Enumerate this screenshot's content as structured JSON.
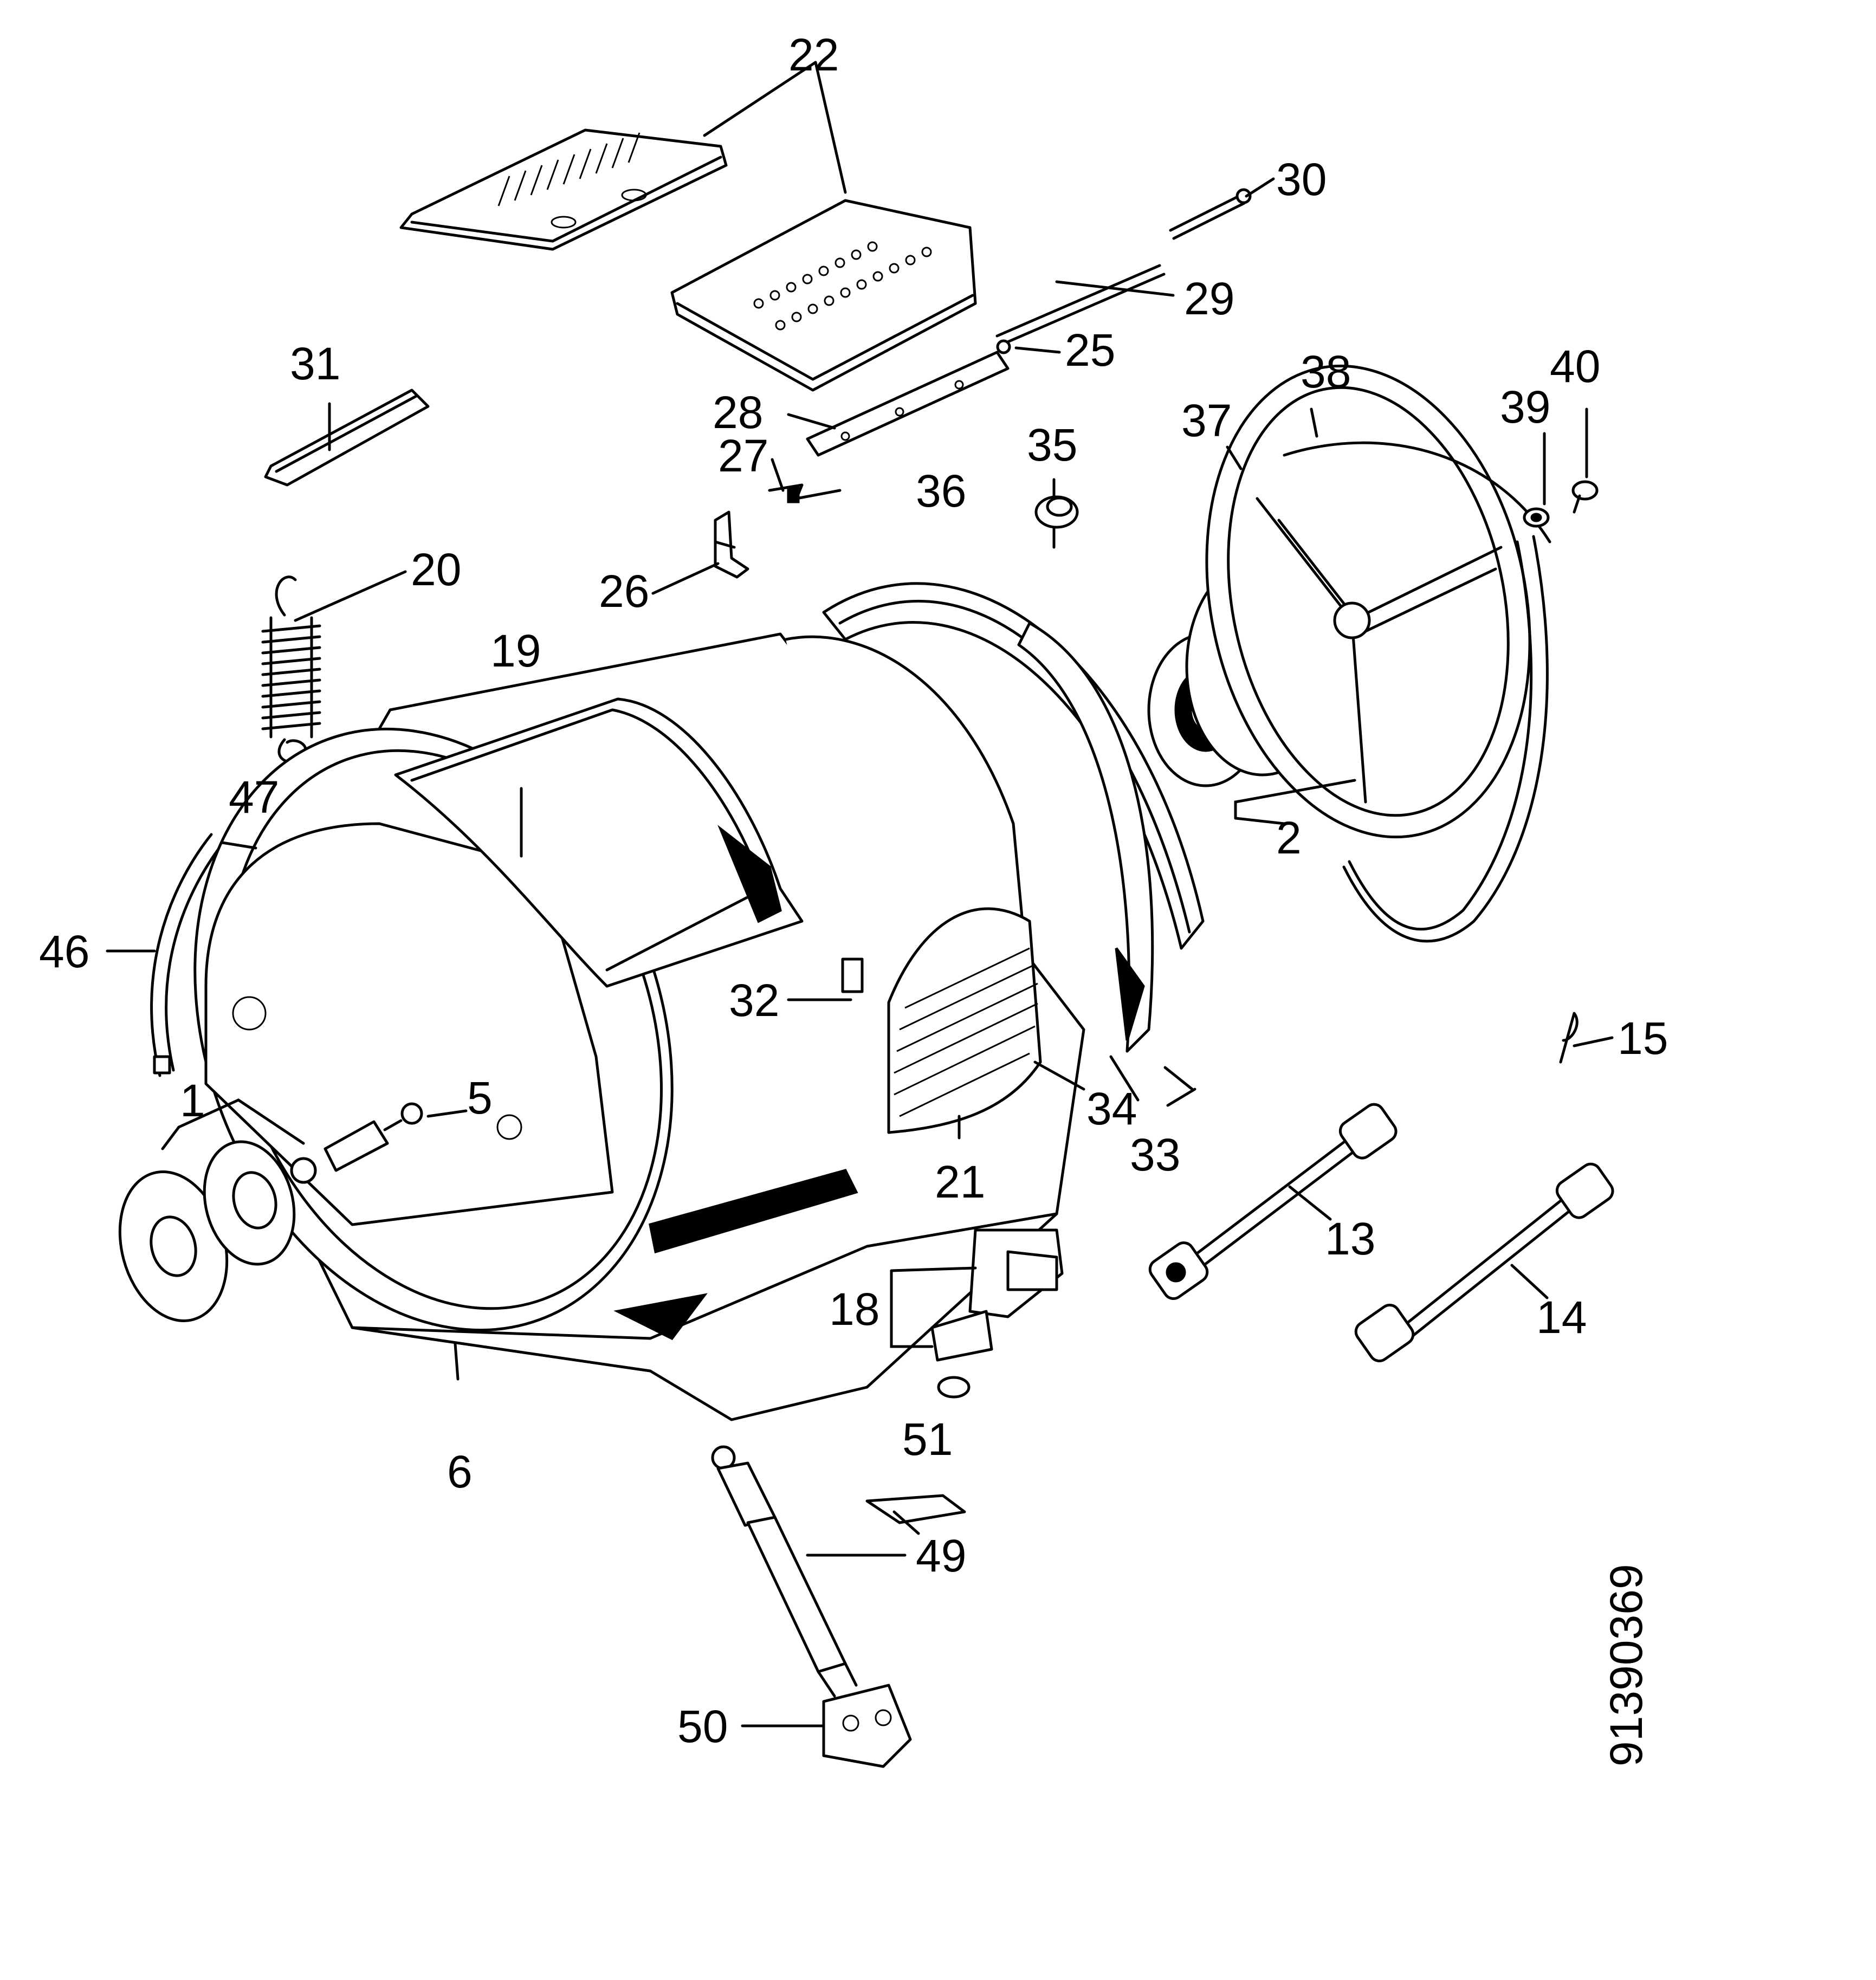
{
  "drawing_number": "91390369",
  "callouts": {
    "c1": "1",
    "c2": "2",
    "c5": "5",
    "c6": "6",
    "c13": "13",
    "c14": "14",
    "c15": "15",
    "c18": "18",
    "c19": "19",
    "c20": "20",
    "c21": "21",
    "c22": "22",
    "c25": "25",
    "c26": "26",
    "c27": "27",
    "c28": "28",
    "c29": "29",
    "c30": "30",
    "c31": "31",
    "c32": "32",
    "c33": "33",
    "c34": "34",
    "c35": "35",
    "c36": "36",
    "c37": "37",
    "c38": "38",
    "c39": "39",
    "c40": "40",
    "c46": "46",
    "c47": "47",
    "c49": "49",
    "c50": "50",
    "c51": "51"
  }
}
